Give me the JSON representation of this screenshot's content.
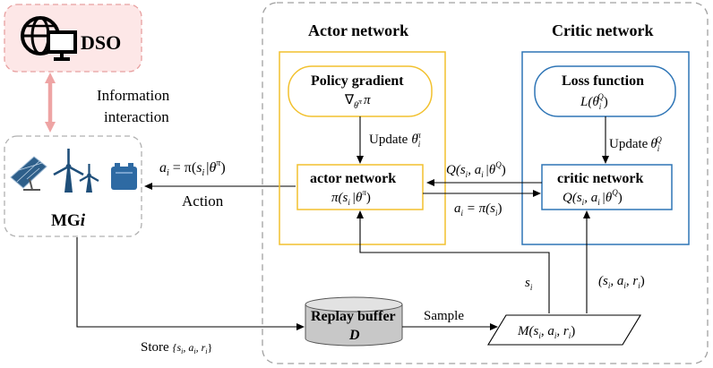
{
  "colors": {
    "dso_box_fill": "#fde7e7",
    "dso_box_border": "#e8a0a0",
    "interaction_arrow": "#eea4a4",
    "mg_box_border": "#b0b0b0",
    "outer_dashed_border": "#a0a0a0",
    "actor_border": "#f2c12e",
    "critic_border": "#2e75b6",
    "line": "#000000",
    "solar_panel": "#2e5f8a",
    "battery": "#2e6aa3"
  },
  "icons": {
    "dso": "globe-monitor-icon",
    "mg": [
      "solar-panel-icon",
      "wind-turbine-icon",
      "wind-turbine-small-icon",
      "battery-icon"
    ]
  },
  "dso": {
    "label": "DSO"
  },
  "interaction": {
    "line1": "Information",
    "line2": "interaction"
  },
  "mg": {
    "label": "MG",
    "label_italic": "i"
  },
  "action": {
    "label": "Action",
    "formula": {
      "a": "a",
      "sub_i": "i",
      "eq": " = π(",
      "s": "s",
      "bar": "|",
      "theta": "θ",
      "sup_pi": "π",
      "close": ")"
    }
  },
  "actor": {
    "title": "Actor network",
    "policy_gradient": {
      "label": "Policy gradient",
      "nabla": "∇",
      "sub": "θ",
      "sub_sup": "π",
      "pi": "π"
    },
    "update": {
      "label": "Update",
      "theta": "θ",
      "sub": "i",
      "sup": "π"
    },
    "network": {
      "label": "actor network",
      "formula": "π(s",
      "sub_i": "i",
      "bar": "|θ",
      "sup_pi": "π",
      "close": ")"
    }
  },
  "critic": {
    "title": "Critic network",
    "loss_function": {
      "label": "Loss function",
      "L": "L(θ",
      "sub_i": "i",
      "sup": "Q",
      "close": ")"
    },
    "update": {
      "label": "Update",
      "theta": "θ",
      "sub": "i",
      "sup": "Q"
    },
    "network": {
      "label": "critic network",
      "formula": "Q(s",
      "sub_i": "i",
      "mid": ", a",
      "bar": "|θ",
      "sup_q": "Q",
      "close": ")"
    }
  },
  "q_to_actor": {
    "text": "Q(s",
    "sub_i": "i",
    "mid": ", a",
    "bar": "|θ",
    "sup_q": "Q",
    "close": ")"
  },
  "a_to_critic": {
    "a": "a",
    "sub_i": "i",
    "eq": " = π(s",
    "close": ")"
  },
  "state": {
    "s": "s",
    "sub_i": "i"
  },
  "tuple": {
    "text": "(s",
    "sub_i": "i",
    "a": ", a",
    "r": ", r",
    "close": ")"
  },
  "replay": {
    "label": "Replay buffer",
    "D": "D"
  },
  "sample": {
    "label": "Sample"
  },
  "memory": {
    "M": "M(s",
    "sub_i": "i",
    "a": ", a",
    "r": ", r",
    "close": ")"
  },
  "store": {
    "label": "Store",
    "open": "{s",
    "sub_i": "i",
    "a": ", a",
    "r": ", r",
    "close": "}"
  }
}
